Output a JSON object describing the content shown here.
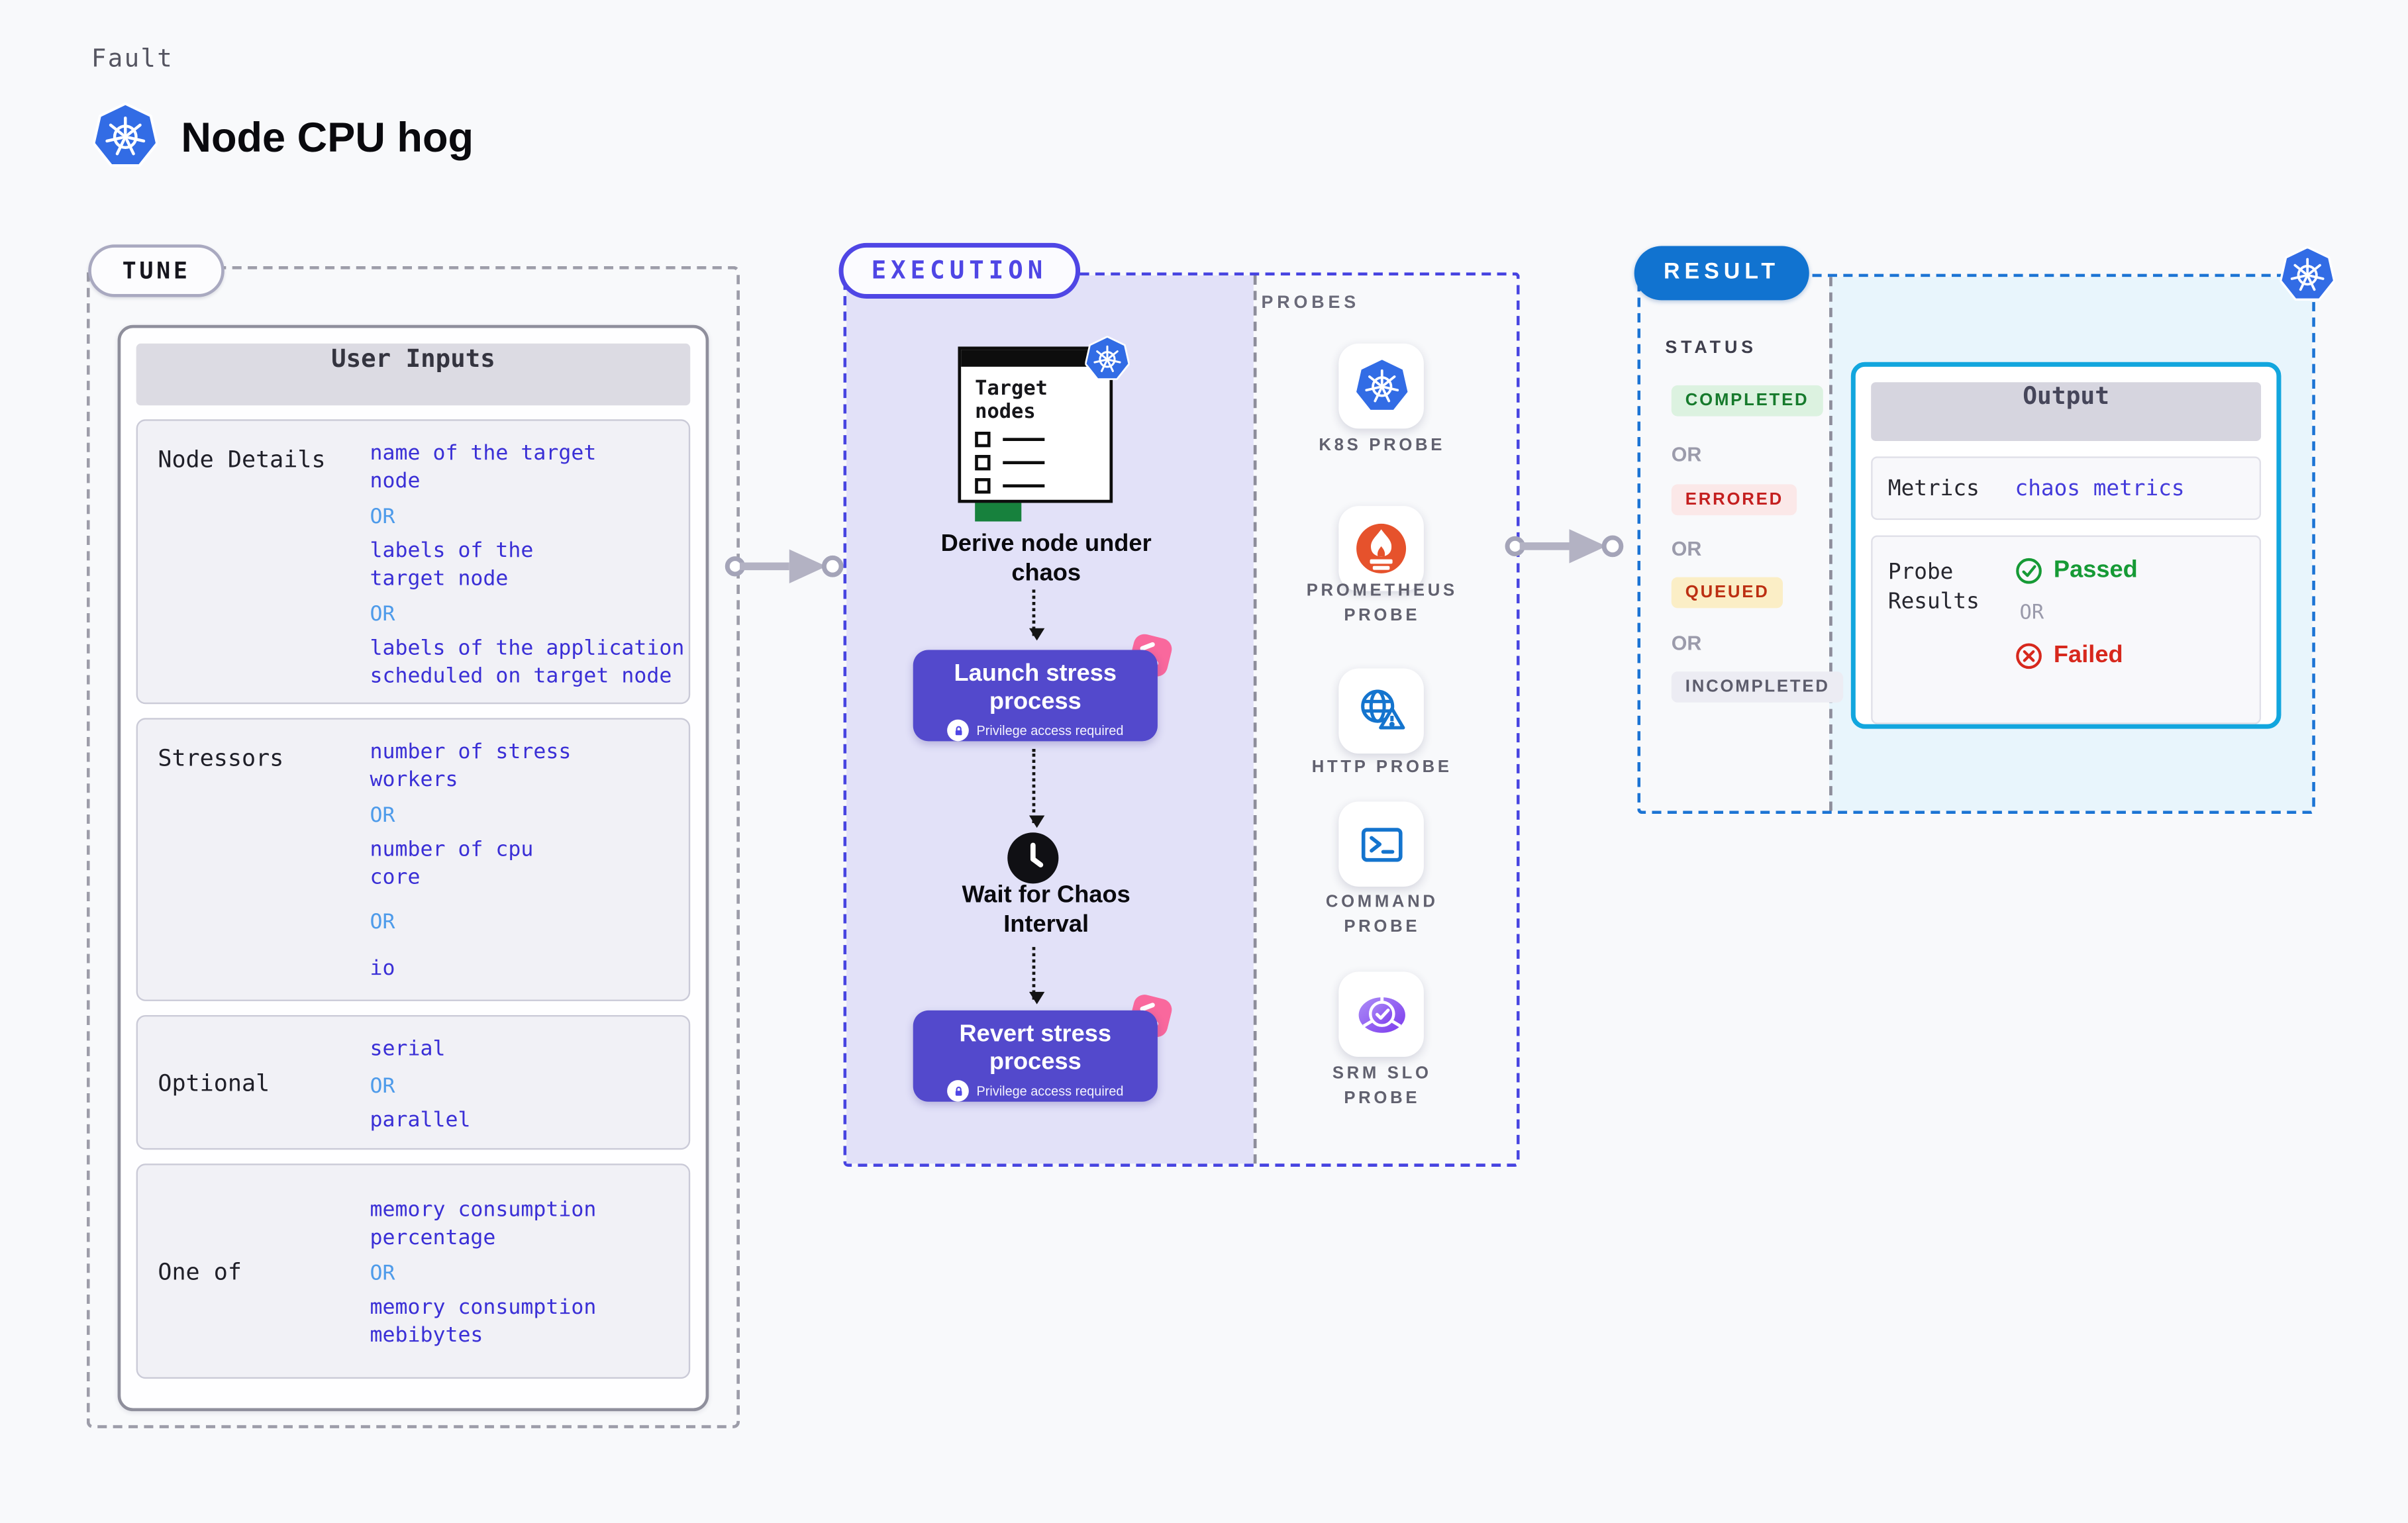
{
  "colors": {
    "page_bg": "#F8F9FB",
    "k8s_blue": "#326CE5",
    "indigo_accent": "#4F46E5",
    "button_purple": "#5349CC",
    "exec_panel": "#E2E1F8",
    "result_blue": "#1173D0",
    "result_panel": "#E8F5FC",
    "output_border": "#12A6DE",
    "value_indigo": "#3A2FD6",
    "or_blue": "#4E9BEA",
    "passed_green": "#169A35",
    "failed_red": "#D7281D",
    "status_completed": {
      "bg": "#DCF2E0",
      "text": "#167A2C"
    },
    "status_errored": {
      "bg": "#FBE8E8",
      "text": "#C41F1F"
    },
    "status_queued": {
      "bg": "#FBEEC6",
      "text": "#BC2F12"
    },
    "status_incompleted": {
      "bg": "#ECECF3",
      "text": "#5C5C6C"
    }
  },
  "header": {
    "kicker": "Fault",
    "title": "Node CPU hog",
    "logo_icon": "kubernetes-icon"
  },
  "tune": {
    "badge": "TUNE",
    "table_title": "User Inputs",
    "or_label": "OR",
    "rows": [
      {
        "label": "Node Details",
        "options": [
          "name of the target\nnode",
          "labels of the\ntarget node",
          "labels of the application\n scheduled on target node"
        ]
      },
      {
        "label": "Stressors",
        "options": [
          "number of stress\nworkers",
          "number of cpu\ncore",
          "io"
        ]
      },
      {
        "label": "Optional",
        "options": [
          "serial",
          "parallel"
        ]
      },
      {
        "label": "One of",
        "options": [
          "memory consumption\npercentage",
          "memory consumption\nmebibytes"
        ]
      }
    ]
  },
  "execution": {
    "badge": "EXECUTION",
    "target_card_title": "Target nodes",
    "derive_label": "Derive node under\nchaos",
    "launch_label": "Launch stress\nprocess",
    "revert_label": "Revert stress\nprocess",
    "privilege_label": "Privilege access required",
    "wait_label": "Wait for Chaos\nInterval",
    "probes_title": "PROBES",
    "probes": [
      {
        "label": "K8S PROBE",
        "icon": "kubernetes-icon"
      },
      {
        "label": "PROMETHEUS\nPROBE",
        "icon": "prometheus-icon"
      },
      {
        "label": "HTTP PROBE",
        "icon": "http-globe-warning-icon"
      },
      {
        "label": "COMMAND\nPROBE",
        "icon": "terminal-icon"
      },
      {
        "label": "SRM SLO\nPROBE",
        "icon": "slo-gauge-icon"
      }
    ]
  },
  "result": {
    "badge": "RESULT",
    "status_title": "STATUS",
    "or_label": "OR",
    "statuses": [
      "COMPLETED",
      "ERRORED",
      "QUEUED",
      "INCOMPLETED"
    ],
    "output": {
      "title": "Output",
      "metrics_label": "Metrics",
      "metrics_value": "chaos metrics",
      "probe_results_label": "Probe\nResults",
      "passed_label": "Passed",
      "failed_label": "Failed"
    }
  }
}
